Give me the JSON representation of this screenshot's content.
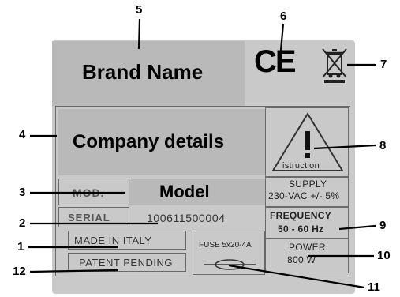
{
  "callouts": [
    "5",
    "6",
    "7",
    "4",
    "8",
    "3",
    "2",
    "9",
    "1",
    "10",
    "12",
    "11"
  ],
  "plate": {
    "brand": "Brand Name",
    "ce_mark": "CE",
    "company": "Company details",
    "warning_label": "istruction",
    "mod_label": "MOD.",
    "model": "Model",
    "supply_title": "SUPPLY",
    "supply_value": "230-VAC +/- 5%",
    "serial_label": "SERIAL",
    "serial_value": "100611500004",
    "frequency_title": "FREQUENCY",
    "frequency_value": "50 - 60 Hz",
    "made_in": "MADE IN ITALY",
    "fuse": "FUSE 5x20-4A",
    "power_title": "POWER",
    "power_value": "800 W",
    "patent": "PATENT PENDING"
  },
  "icons": [
    "ce-mark-icon",
    "crossed-bin-icon",
    "warning-triangle-icon",
    "fuse-icon"
  ]
}
